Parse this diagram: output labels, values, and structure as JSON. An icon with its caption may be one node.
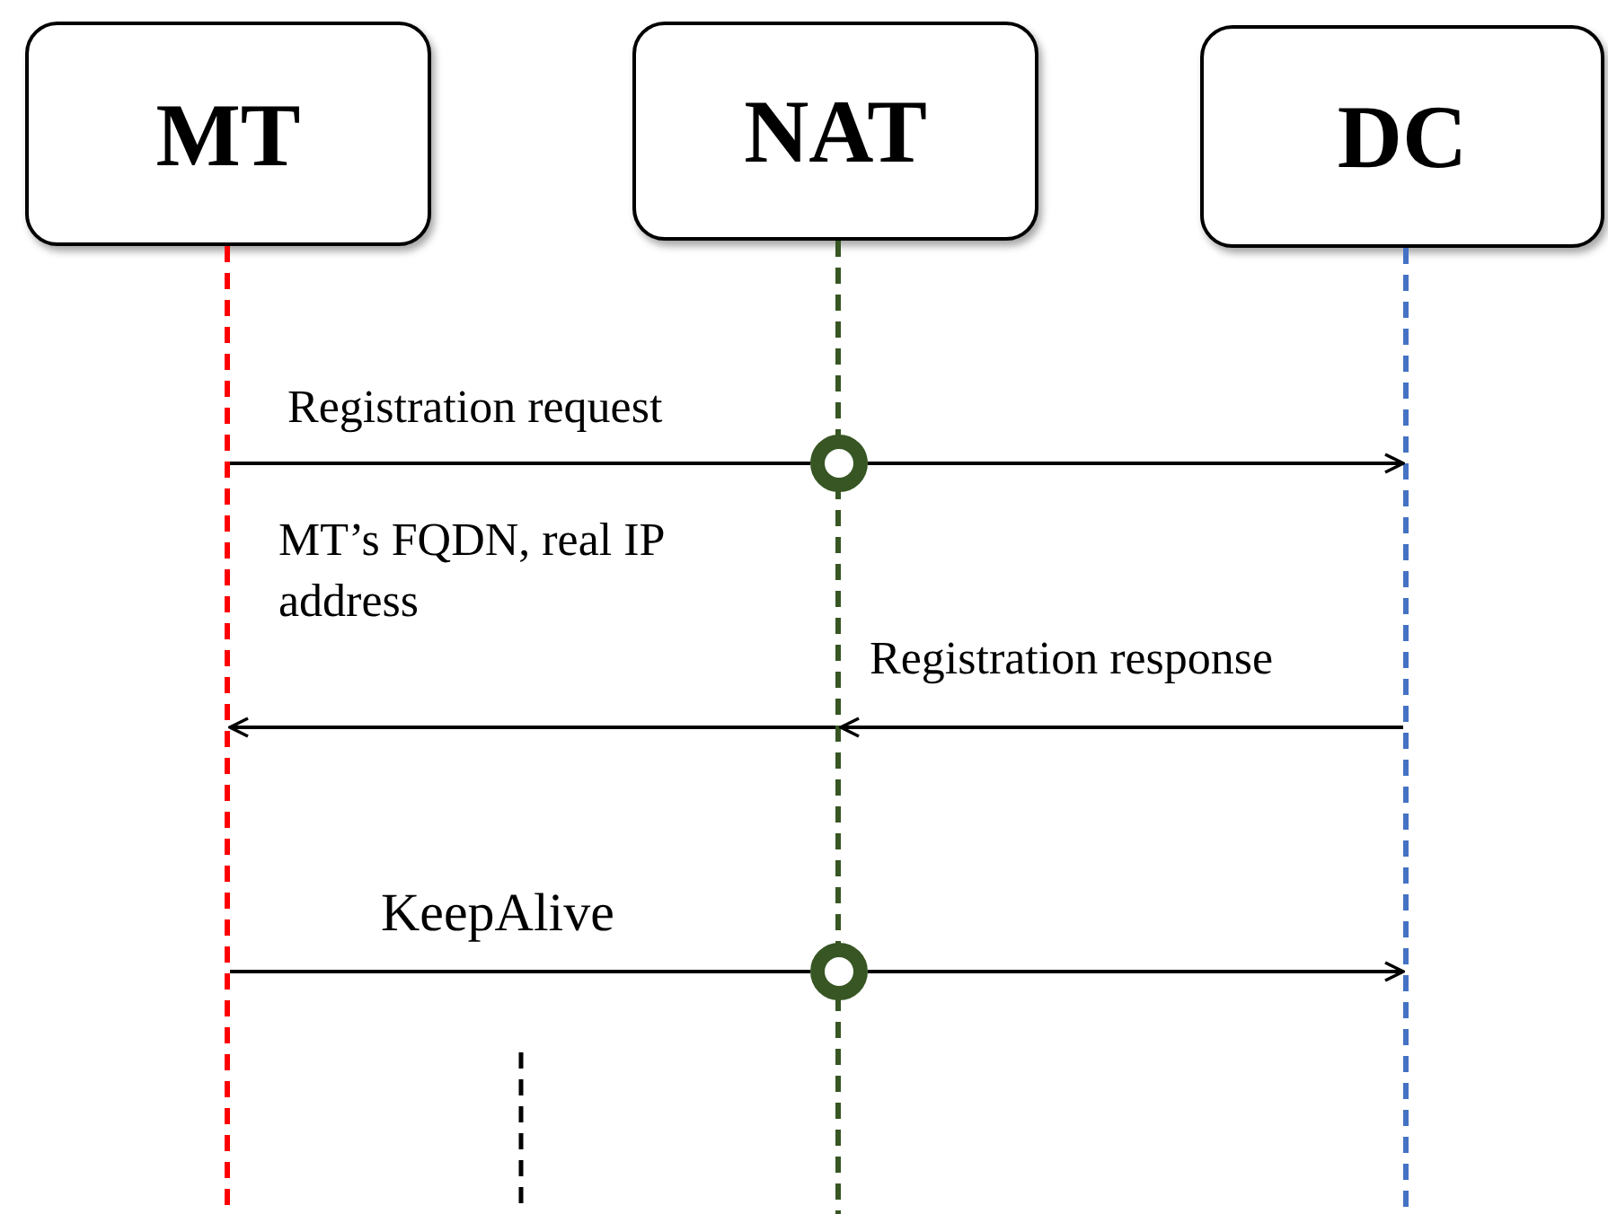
{
  "diagram": {
    "nodes": [
      {
        "text": [
          "MT"
        ]
      },
      {
        "text": [
          "NAT"
        ]
      },
      {
        "text": [
          "DC"
        ]
      },
      {
        "text": [],
        "shape": "line"
      },
      {
        "text": [],
        "shape": "line"
      },
      {
        "text": [],
        "shape": "line"
      },
      {
        "text": [],
        "shape": "circle"
      },
      {
        "text": [],
        "shape": "circle"
      }
    ],
    "edges": [
      {
        "from": 3,
        "to": 6,
        "arrow": "none",
        "label": "Registration request"
      },
      {
        "from": 6,
        "to": 5,
        "arrow": "to"
      },
      {
        "from": 5,
        "to": 4,
        "arrow": "to",
        "label": "Registration response"
      },
      {
        "from": 4,
        "to": 3,
        "arrow": "to"
      },
      {
        "from": 3,
        "to": 7,
        "arrow": "none",
        "label": "KeepAlive"
      },
      {
        "from": 7,
        "to": 5,
        "arrow": "to"
      }
    ],
    "labels": [
      "MT’s FQDN, real IP address"
    ]
  }
}
